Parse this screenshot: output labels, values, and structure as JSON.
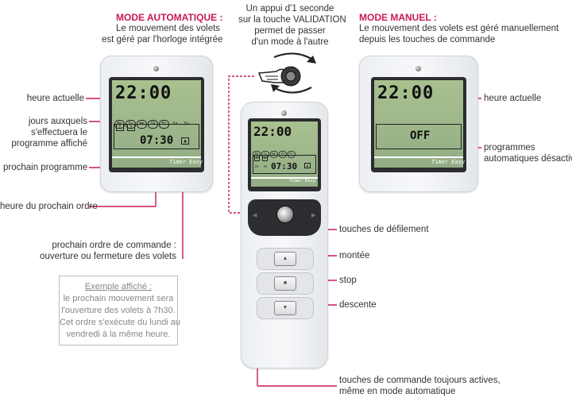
{
  "auto": {
    "title": "MODE AUTOMATIQUE :",
    "line1": "Le mouvement des volets",
    "line2": "est géré par l'horloge intégrée"
  },
  "manuel": {
    "title": "MODE MANUEL :",
    "line1": "Le mouvement des volets est géré manuellement",
    "line2": "depuis les touches de commande"
  },
  "center_note": {
    "line1": "Un appui d'1 seconde",
    "line2": "sur la touche VALIDATION",
    "line3": "permet de passer",
    "line4": "d'un mode à l'autre"
  },
  "left_labels": {
    "heure_actuelle": "heure actuelle",
    "jours1": "jours auxquels",
    "jours2": "s'effectuera le",
    "jours3": "programme affiché",
    "prochain_programme": "prochain programme",
    "heure_prochain": "heure du prochain ordre",
    "ordre1": "prochain ordre de commande :",
    "ordre2": "ouverture ou fermeture des volets"
  },
  "example": {
    "title": "Exemple affiché :",
    "line1": "le prochain mouvement sera",
    "line2": "l'ouverture des volets à 7h30.",
    "line3": "Cet ordre s'exécute du lundi au",
    "line4": "vendredi à la même heure."
  },
  "right_labels": {
    "heure_actuelle": "heure actuelle",
    "prog1": "programmes",
    "prog2": "automatiques désactivés"
  },
  "center_labels": {
    "defilement": "touches de défilement",
    "montee": "montée",
    "stop": "stop",
    "descente": "descente",
    "toujours1": "touches de commande toujours actives,",
    "toujours2": "même en mode automatique"
  },
  "display": {
    "time": "22:00",
    "prog_time": "07:30",
    "off": "OFF",
    "brand": "Timer Easy",
    "days": [
      "Mo",
      "Tu",
      "We",
      "Th",
      "Fr",
      "Sa",
      "Su"
    ],
    "prog_tags": [
      "1",
      "2"
    ]
  },
  "colors": {
    "accent": "#c8185a",
    "lcd": "#9fb58f"
  }
}
